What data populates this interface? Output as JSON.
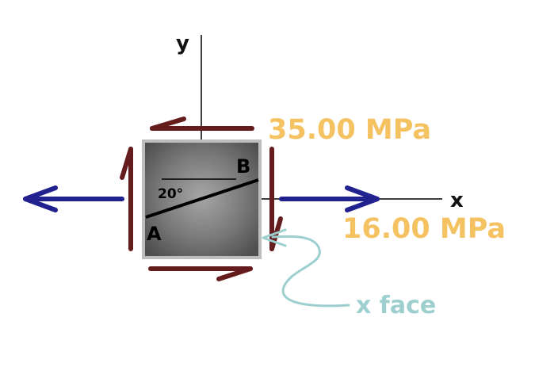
{
  "axes": {
    "y_label": "y",
    "x_label": "x"
  },
  "element": {
    "point_a": "A",
    "point_b": "B",
    "angle": "20°"
  },
  "stresses": {
    "shear": "35.00 MPa",
    "normal": "16.00 MPa"
  },
  "callout": {
    "text": "x face"
  },
  "colors": {
    "shear_arrow": "#651c1c",
    "normal_arrow": "#21218f",
    "stress_text": "#f5c262",
    "callout": "#9dcfcf",
    "element_border": "#b5b5b5"
  }
}
